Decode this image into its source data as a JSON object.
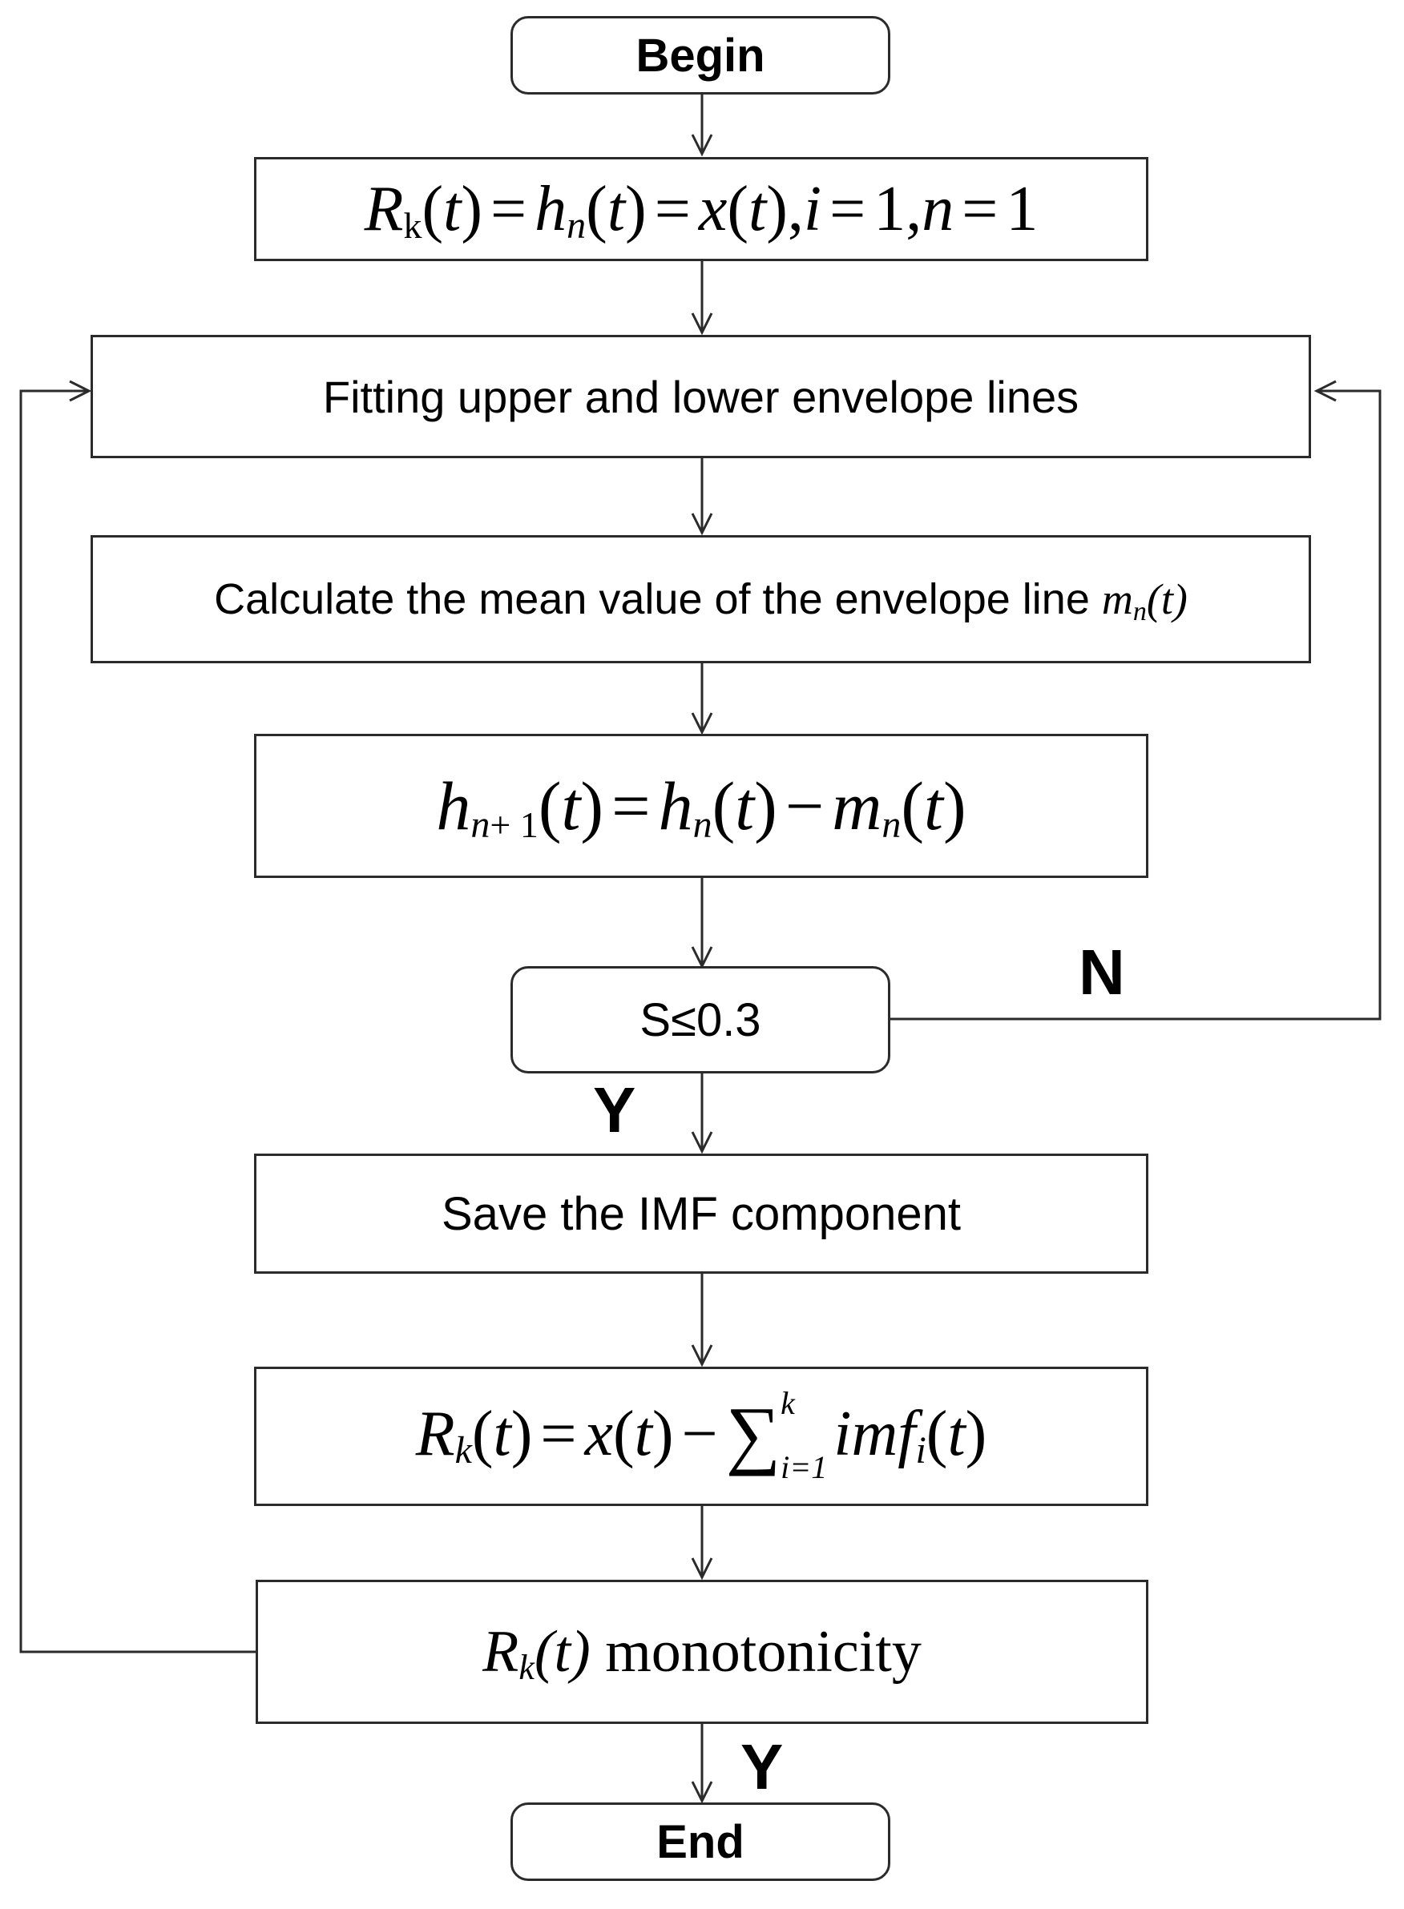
{
  "nodes": {
    "begin": "Begin",
    "init": {
      "R": "R",
      "k": "k",
      "t": "t",
      "h": "h",
      "n": "n",
      "x": "x",
      "i": "i",
      "one": "1",
      "eq": "=",
      "comma": ","
    },
    "fit": "Fitting upper and lower envelope lines",
    "mean": {
      "text": "Calculate the mean value of the envelope line",
      "m": "m",
      "n": "n",
      "t": "t"
    },
    "update": {
      "h": "h",
      "n": "n",
      "plus1": "+ 1",
      "t": "t",
      "minus": "−",
      "m": "m",
      "eq": "="
    },
    "check": "S≤0.3",
    "save": "Save the IMF component",
    "residual": {
      "R": "R",
      "k": "k",
      "t": "t",
      "x": "x",
      "imf": "imf",
      "i": "i",
      "upper": "k",
      "lower": "i=1",
      "eq": "=",
      "minus": "−",
      "sigma": "∑"
    },
    "mono": {
      "R": "R",
      "k": "k",
      "t": "t",
      "text": "monotonicity"
    },
    "end": "End"
  },
  "labels": {
    "no": "N",
    "yes_check": "Y",
    "yes_mono": "Y"
  }
}
